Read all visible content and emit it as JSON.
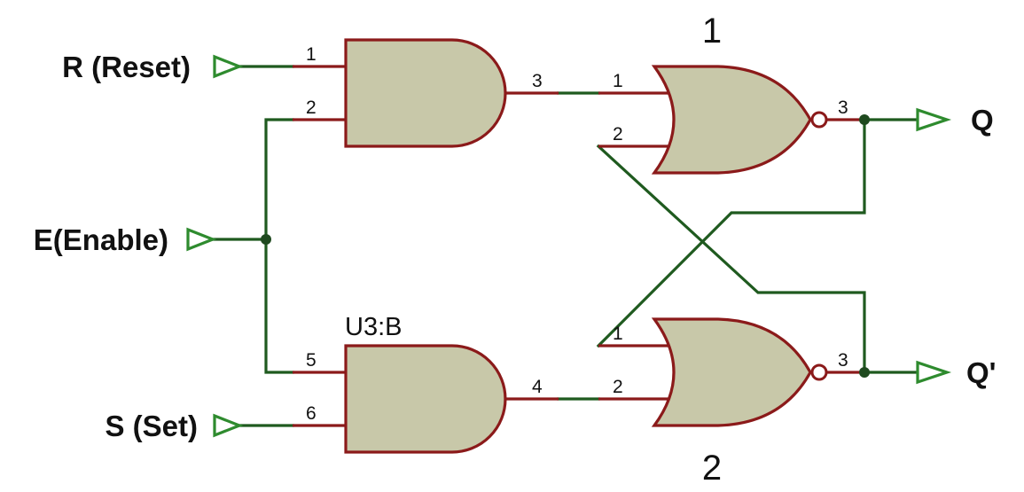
{
  "labels": {
    "reset": "R (Reset)",
    "enable": "E(Enable)",
    "set": "S (Set)",
    "q": "Q",
    "q_not": "Q'"
  },
  "gates": {
    "and_top": {
      "pins": {
        "in1": "1",
        "in2": "2",
        "out": "3"
      }
    },
    "and_bottom": {
      "ref": "U3:B",
      "pins": {
        "in1": "5",
        "in2": "6",
        "out": "4"
      }
    },
    "nor_top": {
      "name": "1",
      "pins": {
        "in1": "1",
        "in2": "2",
        "out": "3"
      }
    },
    "nor_bottom": {
      "name": "2",
      "pins": {
        "in1": "1",
        "in2": "2",
        "out": "3"
      }
    }
  },
  "colors": {
    "wire": "#1f5a1f",
    "pin": "#8b1a1a",
    "gate_fill": "#c8c8a9",
    "terminal": "#2e8b2e"
  }
}
